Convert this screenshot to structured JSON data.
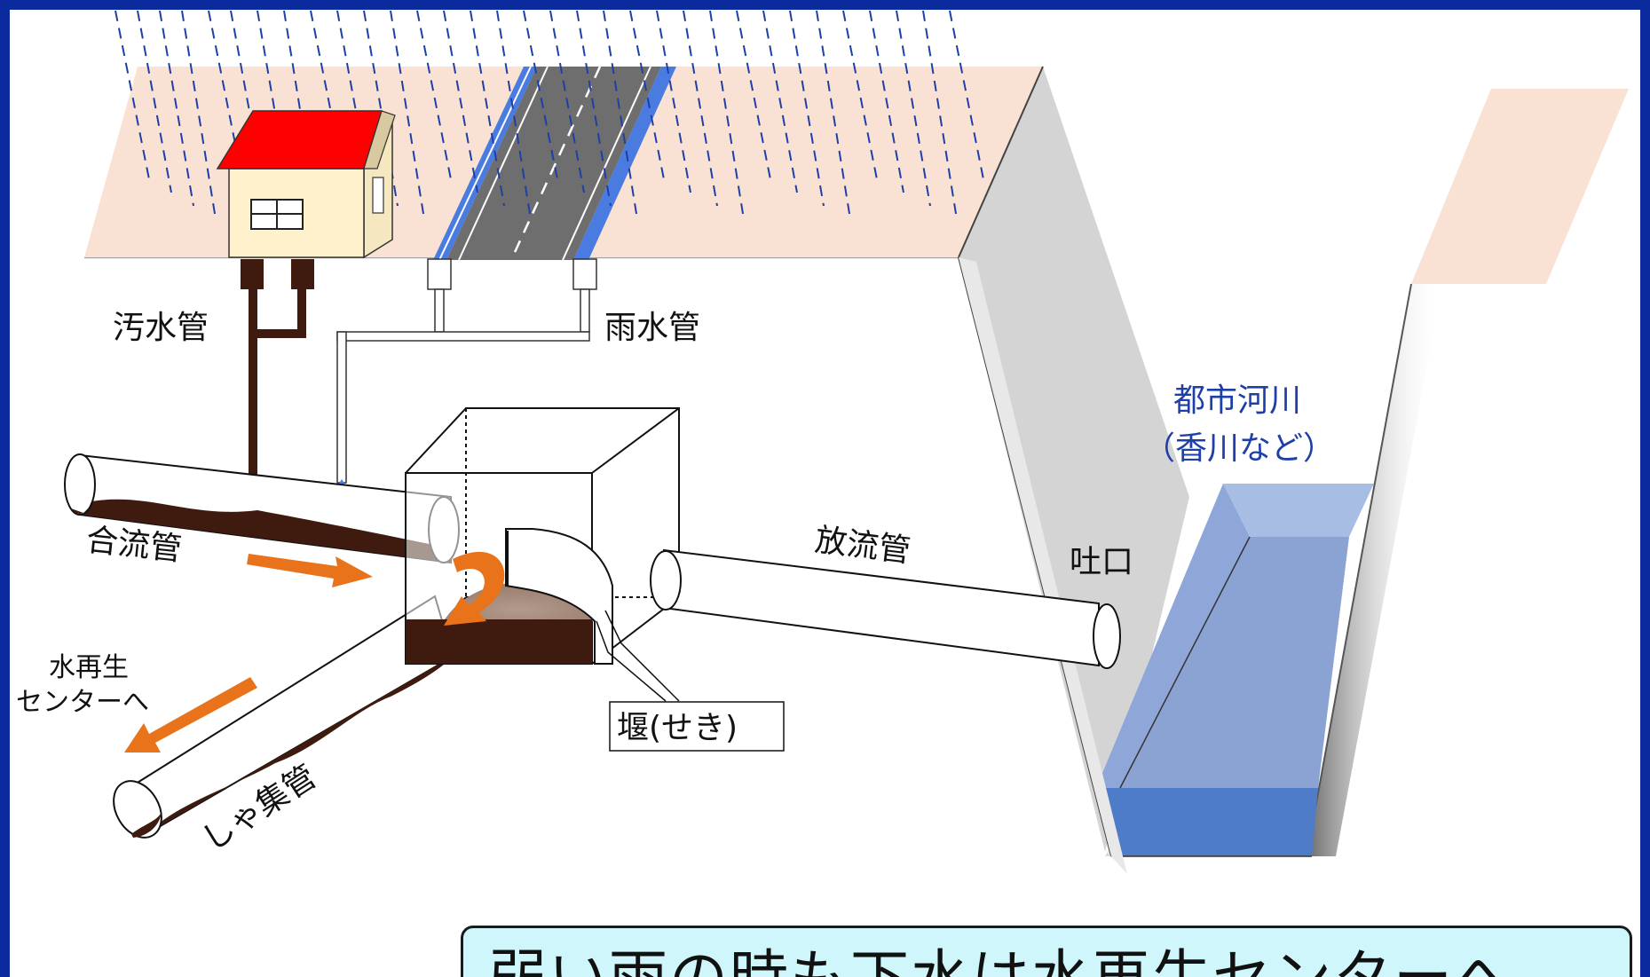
{
  "labels": {
    "sewage_pipe": "汚水管",
    "storm_pipe": "雨水管",
    "combined_pipe": "合流管",
    "discharge_pipe": "放流管",
    "outfall": "吐口",
    "river_line1": "都市河川",
    "river_line2": "（香川など）",
    "to_center_line1": "水再生",
    "to_center_line2": "センターへ",
    "interceptor_pipe": "しゃ集管",
    "weir": "堰(せき)"
  },
  "caption": "弱い雨の時も下水は水再生センターへ",
  "colors": {
    "frame": "#0a2a9e",
    "ground": "#f9e2d4",
    "roof": "#ff0000",
    "wall": "#fff1cc",
    "sewage": "#3e1b0e",
    "arrow": "#e9731a",
    "river": "#6f93cf",
    "road": "#6e6e6e",
    "road_edge": "#4a7be0",
    "caption_bg": "#cff7fb"
  }
}
